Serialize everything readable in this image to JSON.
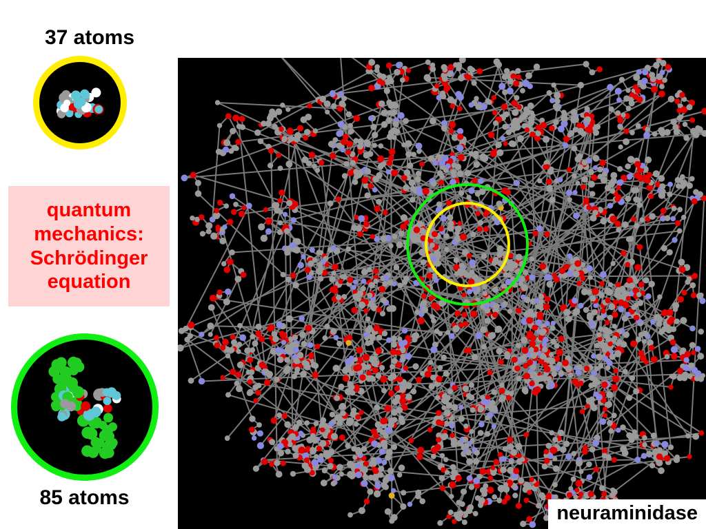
{
  "labels": {
    "small_count": "37 atoms",
    "large_count": "85 atoms",
    "protein": "neuraminidase"
  },
  "qm_box": {
    "lines": [
      "quantum",
      "mechanics:",
      "Schrödinger",
      "equation"
    ]
  },
  "colors": {
    "small_ring": "#ffee00",
    "large_ring": "#11ee11",
    "qm_text": "#ff0000",
    "qm_background": "#ffd4d4",
    "carbon": "#9a9a9a",
    "oxygen": "#e00000",
    "nitrogen": "#8888dd",
    "sulfur": "#e0b020",
    "hydrogen": "#ffffff",
    "ligand_carbon": "#5fc8d8",
    "extended_region": "#22cc22"
  }
}
